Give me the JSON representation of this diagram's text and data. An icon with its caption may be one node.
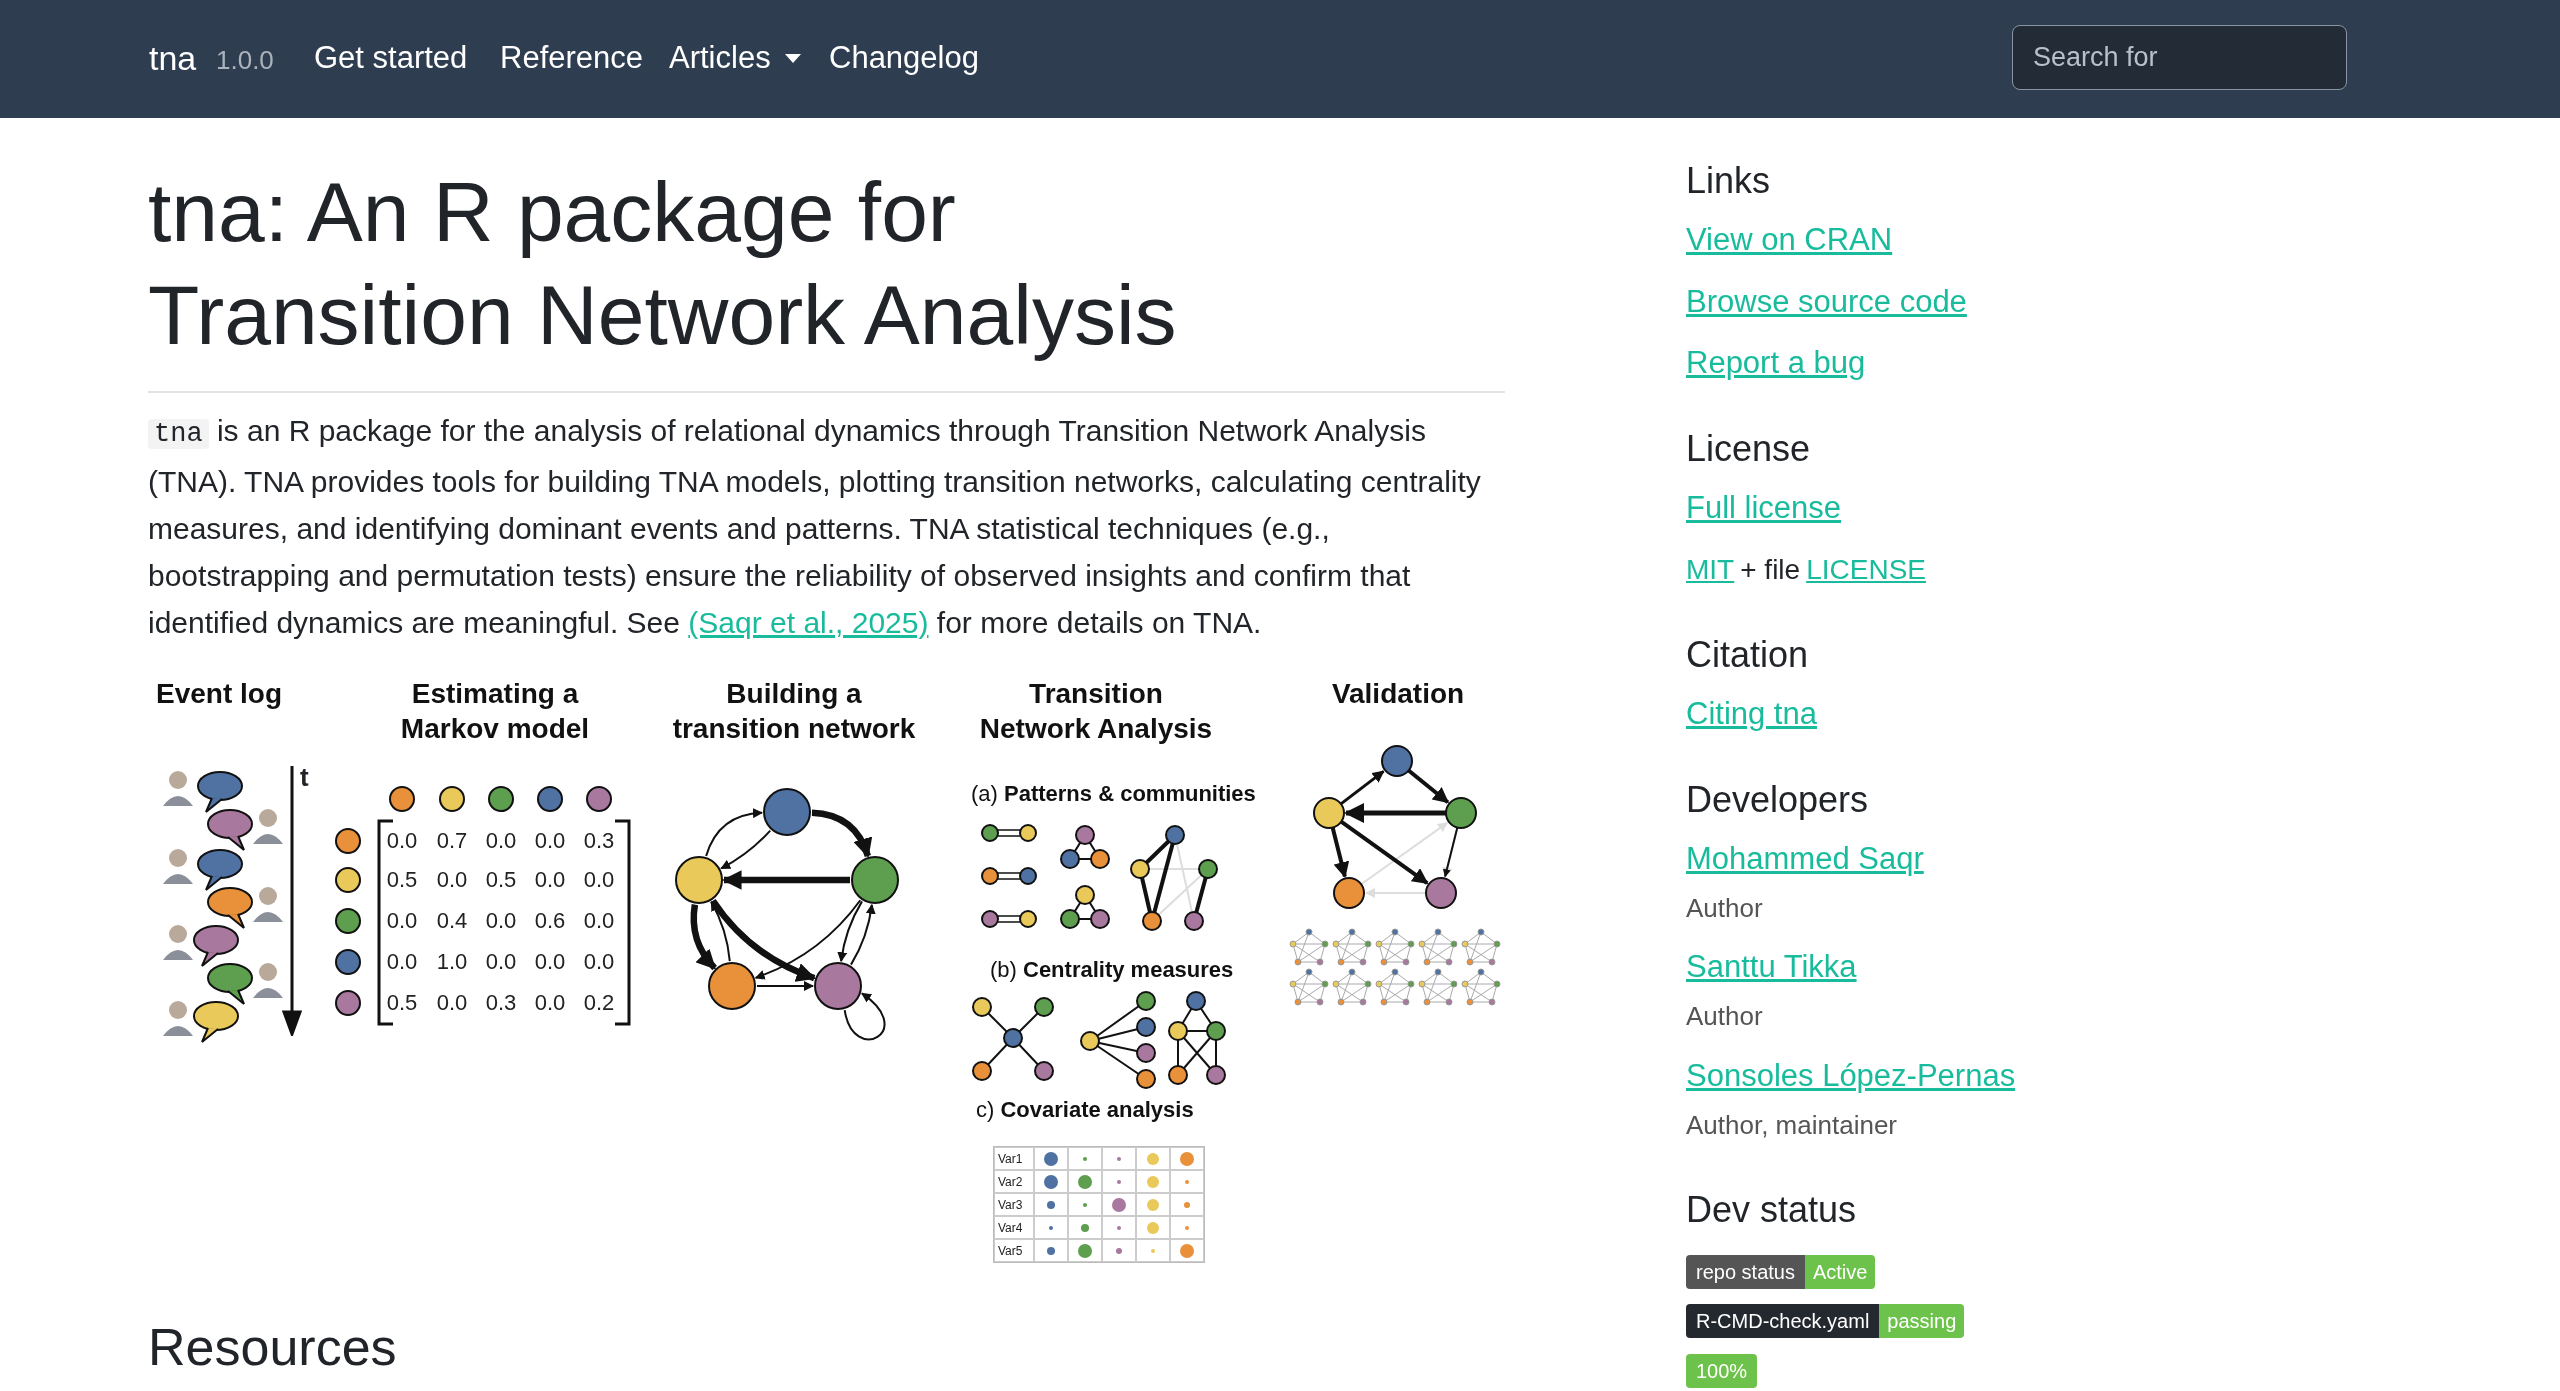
{
  "diagram": {
    "title": "tna: An R package for Transition Network Analysis",
    "nodes": [
      {
        "text": [],
        "shape": "circle"
      },
      {
        "text": [],
        "shape": "circle"
      },
      {
        "text": [],
        "shape": "circle"
      },
      {
        "text": [],
        "shape": "circle"
      },
      {
        "text": [],
        "shape": "circle"
      }
    ],
    "edges": [
      {
        "from": 1,
        "to": 0,
        "arrow": "to"
      },
      {
        "from": 0,
        "to": 1,
        "arrow": "to"
      },
      {
        "from": 0,
        "to": 2,
        "arrow": "to",
        "style": "thick"
      },
      {
        "from": 2,
        "to": 1,
        "arrow": "to",
        "style": "thick"
      },
      {
        "from": 1,
        "to": 3,
        "arrow": "to",
        "style": "thick"
      },
      {
        "from": 3,
        "to": 1,
        "arrow": "to"
      },
      {
        "from": 1,
        "to": 4,
        "arrow": "to",
        "style": "thick"
      },
      {
        "from": 2,
        "to": 3,
        "arrow": "to"
      },
      {
        "from": 4,
        "to": 2,
        "arrow": "to"
      },
      {
        "from": 2,
        "to": 4,
        "arrow": "to"
      },
      {
        "from": 3,
        "to": 4,
        "arrow": "to"
      },
      {
        "from": 4,
        "to": 4,
        "arrow": "to"
      }
    ],
    "labels": [
      "tna",
      "1.0.0",
      "Get started",
      "Reference",
      "Articles",
      "Changelog",
      "Search for",
      "tna",
      "is an R package for the analysis of relational dynamics through Transition Network Analysis (TNA). TNA provides tools for building TNA models, plotting transition networks, calculating centrality measures, and identifying dominant events and patterns. TNA statistical techniques (e.g., bootstrapping and permutation tests) ensure the reliability of observed insights and confirm that identified dynamics are meaningful. See",
      "(Saqr et al., 2025)",
      "for more details on TNA.",
      "Event log",
      "Estimating a Markov model",
      "Building a transition network",
      "Transition Network Analysis",
      "Validation",
      "t",
      "0.0",
      "0.7",
      "0.0",
      "0.0",
      "0.3",
      "0.5",
      "0.0",
      "0.5",
      "0.0",
      "0.0",
      "0.0",
      "0.4",
      "0.0",
      "0.6",
      "0.0",
      "0.0",
      "1.0",
      "0.0",
      "0.0",
      "0.0",
      "0.5",
      "0.0",
      "0.3",
      "0.0",
      "0.2",
      "(a) **Patterns & communities**",
      "(b) **Centrality measures**",
      "c) **Covariate analysis**",
      "Var1",
      "Var2",
      "Var3",
      "Var4",
      "Var5",
      "Resources",
      "Links",
      "View on CRAN",
      "Browse source code",
      "Report a bug",
      "License",
      "Full license",
      "MIT",
      "+ file",
      "LICENSE",
      "Citation",
      "Citing tna",
      "Developers",
      "Mohammed Saqr",
      "Author",
      "Santtu Tikka",
      "Author",
      "Sonsoles López-Pernas",
      "Author, maintainer",
      "Dev status",
      "repo status",
      "Active",
      "R-CMD-check.yaml",
      "passing",
      "100%"
    ]
  }
}
